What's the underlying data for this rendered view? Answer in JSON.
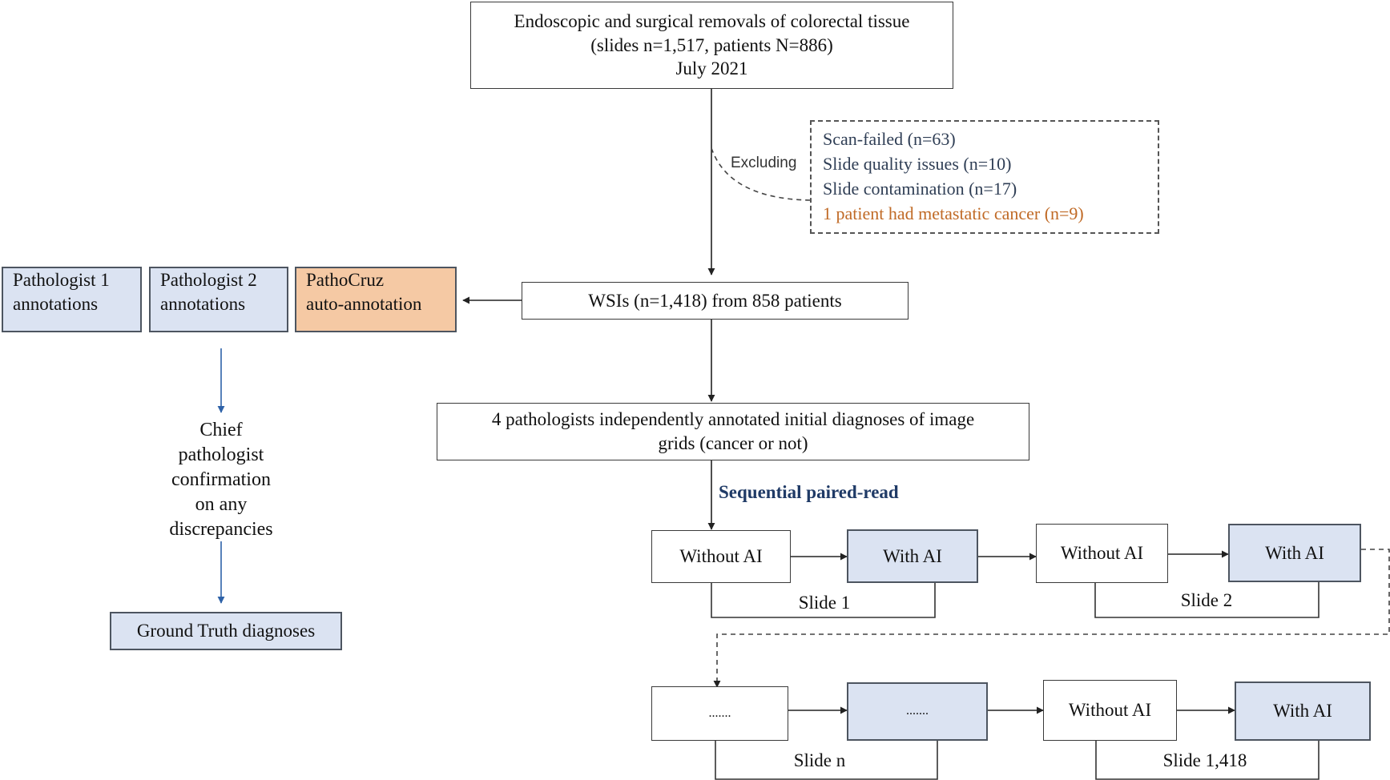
{
  "top_box": {
    "line1": "Endoscopic and surgical removals of colorectal tissue",
    "line2": "(slides n=1,517, patients N=886)",
    "line3": "July 2021"
  },
  "exclusion": {
    "label": "Excluding",
    "items": [
      "Scan-failed (n=63)",
      "Slide quality issues (n=10)",
      "Slide contamination (n=17)",
      "1 patient had metastatic cancer (n=9)"
    ],
    "highlight_color": "#c06a26"
  },
  "wsi_box": "WSIs (n=1,418) from 858 patients",
  "annotators": [
    {
      "line1": "Pathologist 1",
      "line2": "annotations"
    },
    {
      "line1": "Pathologist 2",
      "line2": "annotations"
    },
    {
      "line1": "PathoCruz",
      "line2": "auto-annotation"
    }
  ],
  "chief_confirmation": [
    "Chief",
    "pathologist",
    "confirmation",
    "on any",
    "discrepancies"
  ],
  "ground_truth": "Ground Truth diagnoses",
  "initial_box": {
    "line1": "4 pathologists independently annotated initial diagnoses of image",
    "line2": "grids (cancer or not)"
  },
  "sequence_label": "Sequential paired-read",
  "reads": {
    "without_ai": "Without AI",
    "with_ai": "With AI",
    "ellipsis": "......."
  },
  "slides": [
    "Slide 1",
    "Slide 2",
    "Slide n",
    "Slide 1,418"
  ],
  "colors": {
    "blue_fill": "#dbe3f2",
    "orange_fill": "#f5c9a4",
    "arrow_blue": "#2e62a8",
    "sequence_label": "#1f3a66"
  }
}
